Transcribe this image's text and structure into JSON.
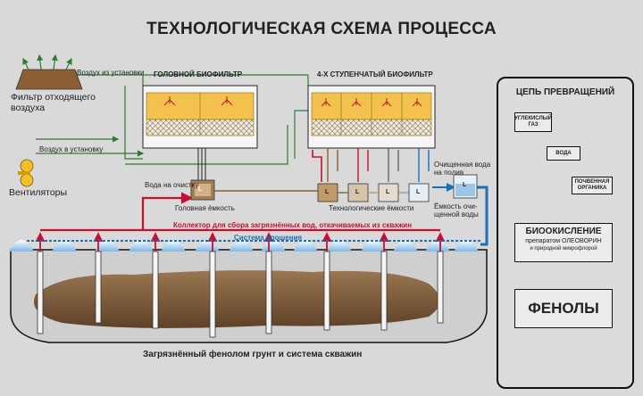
{
  "title": "ТЕХНОЛОГИЧЕСКАЯ СХЕМА ПРОЦЕССА",
  "labels": {
    "air_from_unit": "Воздух из установки",
    "air_to_unit": "Воздух в установку",
    "head_biofilter": "ГОЛОВНОЙ БИОФИЛЬТР",
    "four_stage_biofilter": "4-Х СТУПЕНЧАТЫЙ БИОФИЛЬТР",
    "exhaust_filter_l1": "Фильтр отходящего",
    "exhaust_filter_l2": "воздуха",
    "fans": "Вентиляторы",
    "water_to_cleaning": "Вода на очистку",
    "head_tank": "Головная ёмкость",
    "process_tanks": "Технологические ёмкости",
    "clean_water_l1": "Очищенная вода",
    "clean_water_l2": "на полив",
    "clean_tank_l1": "Ёмкость очи-",
    "clean_tank_l2": "щенной воды",
    "collector": "Коллектор для сбора загрязнённых вод, откачиваемых из скважин",
    "irrigation": "Система орошения",
    "ground": "Загрязнённый фенолом грунт и система скважин",
    "tank_letter": "L"
  },
  "panel": {
    "title": "ЦЕПЬ ПРЕВРАЩЕНИЙ",
    "co2_l1": "УГЛЕКИСЛЫЙ",
    "co2_l2": "ГАЗ",
    "water": "ВОДА",
    "organic_l1": "ПОЧВЕННАЯ",
    "organic_l2": "ОРГАНИКА",
    "bio_title": "БИООКИСЛЕНИЕ",
    "bio_l1": "препаратом ОЛЕОВОРИН",
    "bio_l2": "и природной микрофлорой",
    "phenols": "ФЕНОЛЫ"
  },
  "colors": {
    "red": "#c8102e",
    "blue": "#1a6fb5",
    "green": "#2e7d32",
    "filter_yellow": "#f2c14e",
    "soil_brown": "#7a5a3a"
  }
}
